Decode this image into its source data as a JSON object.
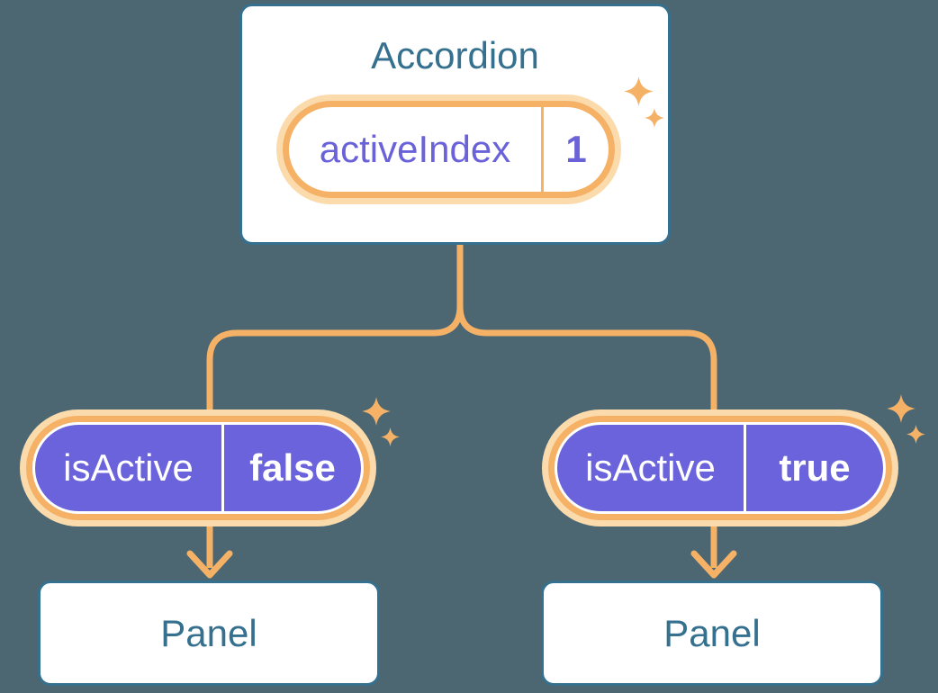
{
  "colors": {
    "background": "#4C6672",
    "card-bg": "#FFFFFF",
    "card-border": "#35708F",
    "heading-text": "#35708F",
    "orange": "#F5B266",
    "orange-glow": "#FBDBAC",
    "purple": "#6A63DB",
    "purple-text": "#6A62D8",
    "pill-text-on-purple": "#FFFFFF"
  },
  "accordion": {
    "title": "Accordion",
    "state_pill": {
      "label": "activeIndex",
      "value": "1"
    }
  },
  "children": [
    {
      "prop_pill": {
        "label": "isActive",
        "value": "false"
      },
      "panel": {
        "title": "Panel"
      }
    },
    {
      "prop_pill": {
        "label": "isActive",
        "value": "true"
      },
      "panel": {
        "title": "Panel"
      }
    }
  ],
  "icons": {
    "sparkle": "four-point-sparkle"
  }
}
